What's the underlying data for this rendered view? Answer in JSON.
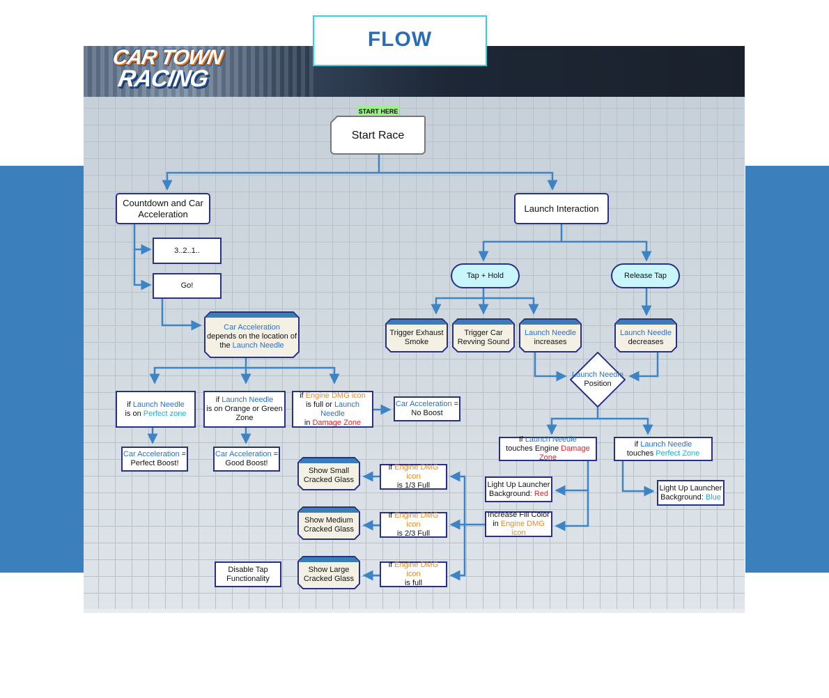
{
  "title": "FLOW",
  "logo": {
    "line1": "CAR TOWN",
    "line2": "RACING"
  },
  "start_tag": "START HERE",
  "nodes": {
    "start": "Start Race",
    "countdown": "Countdown and Car Acceleration",
    "count321": "3..2..1..",
    "go": "Go!",
    "launch": "Launch Interaction",
    "tap_hold": "Tap + Hold",
    "release": "Release Tap",
    "exhaust": "Trigger Exhaust Smoke",
    "revving": "Trigger Car Revving Sound",
    "car_accel": {
      "a": "Car Acceleration",
      "b": "depends on the location of the",
      "c": "Launch Needle"
    },
    "ln_inc": {
      "a": "Launch Needle",
      "b": "increases"
    },
    "ln_dec": {
      "a": "Launch Needle",
      "b": "decreases"
    },
    "ln_pos": {
      "a": "Launch Needle",
      "b": "Position"
    },
    "perfect": {
      "a": "if",
      "b": "Launch Needle",
      "c": "is on",
      "d": "Perfect zone"
    },
    "orange_green": {
      "a": "if",
      "b": "Launch Needle",
      "c": "is on Orange or Green Zone"
    },
    "engine_dmg": {
      "a": "if",
      "b": "Engine DMG icon",
      "c": "is full or",
      "d": "Launch Needle",
      "e": "in",
      "f": "Damage Zone"
    },
    "no_boost": {
      "a": "Car Acceleration",
      "b": "=",
      "c": "No Boost"
    },
    "perfect_boost": {
      "a": "Car Acceleration",
      "b": "=",
      "c": "Perfect Boost!"
    },
    "good_boost": {
      "a": "Car Acceleration",
      "b": "=",
      "c": "Good Boost!"
    },
    "touch_dmg": {
      "a": "if",
      "b": "Launch Needle",
      "c": "touches Engine",
      "d": "Damage Zone"
    },
    "touch_perf": {
      "a": "if",
      "b": "Launch Needle",
      "c": "touches",
      "d": "Perfect Zone"
    },
    "light_red": {
      "a": "Light Up Launcher Background:",
      "b": "Red"
    },
    "light_blue": {
      "a": "Light Up Launcher Background:",
      "b": "Blue"
    },
    "fill_color": {
      "a": "Increase Fill Color",
      "b": "in",
      "c": "Engine DMG icon"
    },
    "dmg_third": {
      "a": "if",
      "b": "Engine DMG icon",
      "c": "is 1/3 Full"
    },
    "dmg_two_third": {
      "a": "if",
      "b": "Engine DMG icon",
      "c": "is 2/3 Full"
    },
    "dmg_full": {
      "a": "if",
      "b": "Engine DMG icon",
      "c": "is full"
    },
    "glass_small": "Show Small Cracked Glass",
    "glass_medium": "Show Medium Cracked Glass",
    "glass_large": "Show Large Cracked Glass",
    "disable_tap": "Disable Tap Functionality"
  },
  "colors": {
    "accent_blue": "#2a6fd1",
    "cyan": "#16b2d8",
    "orange": "#ef8a22",
    "red": "#ec2222",
    "node_border": "#28308a",
    "arrow": "#3d84c6"
  }
}
